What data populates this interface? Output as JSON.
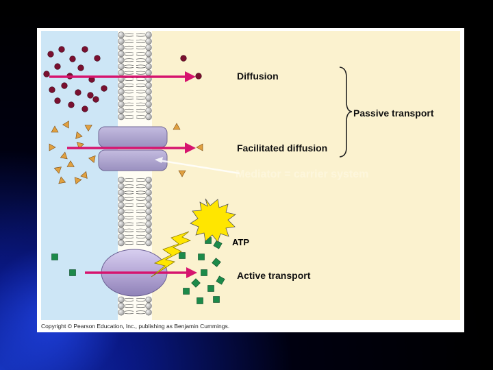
{
  "figure": {
    "labels": {
      "diffusion": "Diffusion",
      "passive_transport": "Passive transport",
      "facilitated_diffusion": "Facilitated diffusion",
      "active_transport": "Active transport",
      "atp": "ATP"
    },
    "overlay_text": "Mediator = carrier system",
    "copyright": "Copyright © Pearson Education, Inc., publishing as Benjamin Cummings."
  },
  "colors": {
    "extracellular": "#cde6f6",
    "intracellular": "#fbf2cf",
    "arrow": "#d6146e",
    "diffusion_particle": "#7a1030",
    "facilitated_particle": "#e0a040",
    "active_particle": "#1c8a4a",
    "channel_protein": "#a9a0c8",
    "carrier_protein": "#b6a8d6",
    "atp_burst": "#ffe600",
    "lightning": "#ffe600"
  },
  "icons": {
    "atp": "starburst-icon",
    "energy": "lightning-bolt-icon",
    "bracket": "curly-brace-icon"
  }
}
